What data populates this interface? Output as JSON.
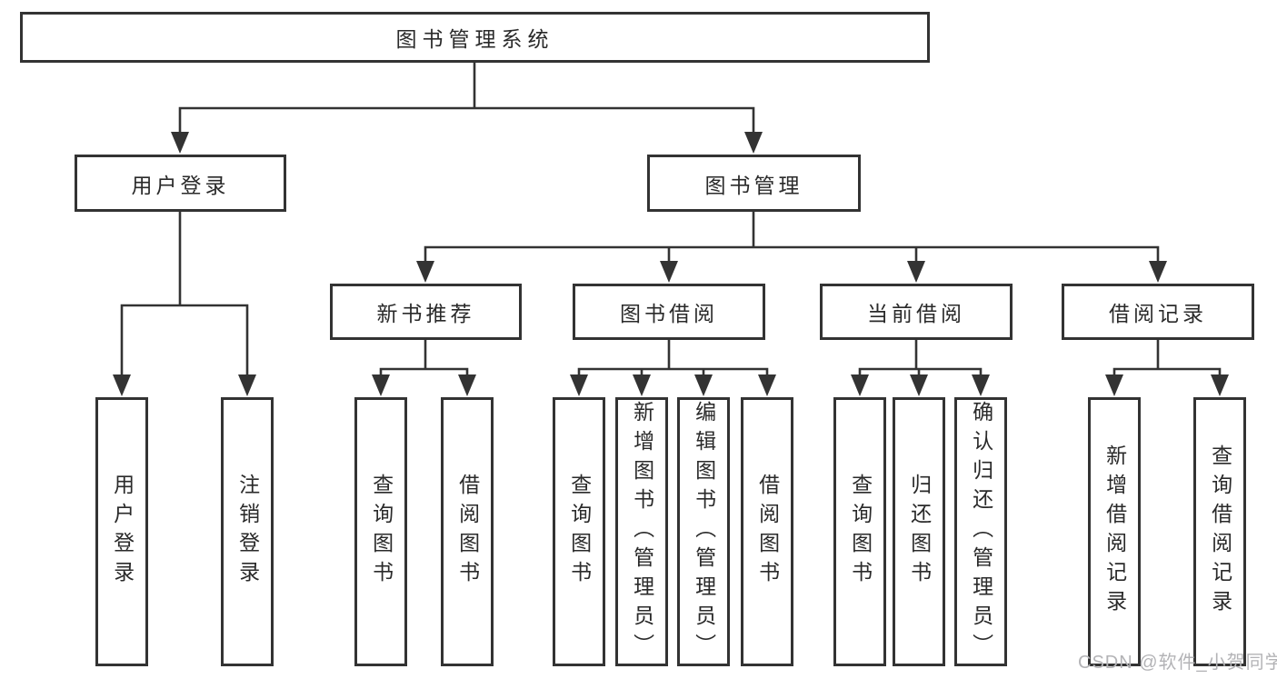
{
  "tree": {
    "label": "图书管理系统",
    "children": [
      {
        "label": "用户登录",
        "children": [
          {
            "label": "用户登录"
          },
          {
            "label": "注销登录"
          }
        ]
      },
      {
        "label": "图书管理",
        "children": [
          {
            "label": "新书推荐",
            "children": [
              {
                "label": "查询图书"
              },
              {
                "label": "借阅图书"
              }
            ]
          },
          {
            "label": "图书借阅",
            "children": [
              {
                "label": "查询图书"
              },
              {
                "label": "新增图书（管理员）"
              },
              {
                "label": "编辑图书（管理员）"
              },
              {
                "label": "借阅图书"
              }
            ]
          },
          {
            "label": "当前借阅",
            "children": [
              {
                "label": "查询图书"
              },
              {
                "label": "归还图书"
              },
              {
                "label": "确认归还（管理员）"
              }
            ]
          },
          {
            "label": "借阅记录",
            "children": [
              {
                "label": "新增借阅记录"
              },
              {
                "label": "查询借阅记录"
              }
            ]
          }
        ]
      }
    ]
  },
  "watermark": {
    "text": "CSDN @软件_小贺同学"
  },
  "colors": {
    "line": "#333333",
    "border": "#333333",
    "text": "#2a2a2a",
    "watermark": "#b3b3b6",
    "background": "#ffffff"
  }
}
